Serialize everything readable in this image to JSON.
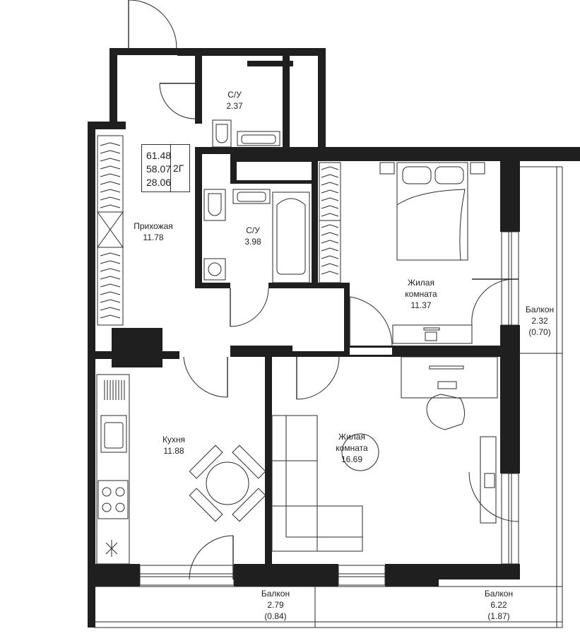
{
  "summary": {
    "total_area": "61.48",
    "living_area_full": "58.07",
    "living_area": "28.06",
    "type": "2Г"
  },
  "rooms": [
    {
      "id": "bath1",
      "name": "С/У",
      "area": "2.37"
    },
    {
      "id": "bath2",
      "name": "С/У",
      "area": "3.98"
    },
    {
      "id": "hall",
      "name": "Прихожая",
      "area": "11.78"
    },
    {
      "id": "bedroom",
      "name": "Жилая комната",
      "name_lines": [
        "Жилая",
        "комната"
      ],
      "area": "11.37"
    },
    {
      "id": "kitchen",
      "name": "Кухня",
      "area": "11.88"
    },
    {
      "id": "living",
      "name": "Жилая комната",
      "name_lines": [
        "Жилая",
        "комната"
      ],
      "area": "16.69"
    },
    {
      "id": "balcony_right",
      "name": "Балкон",
      "area": "2.32",
      "area_coef": "(0.70)"
    },
    {
      "id": "balcony_left",
      "name": "Балкон",
      "area": "2.79",
      "area_coef": "(0.84)"
    },
    {
      "id": "balcony_mid",
      "name": "Балкон",
      "area": "6.22",
      "area_coef": "(1.87)"
    }
  ]
}
